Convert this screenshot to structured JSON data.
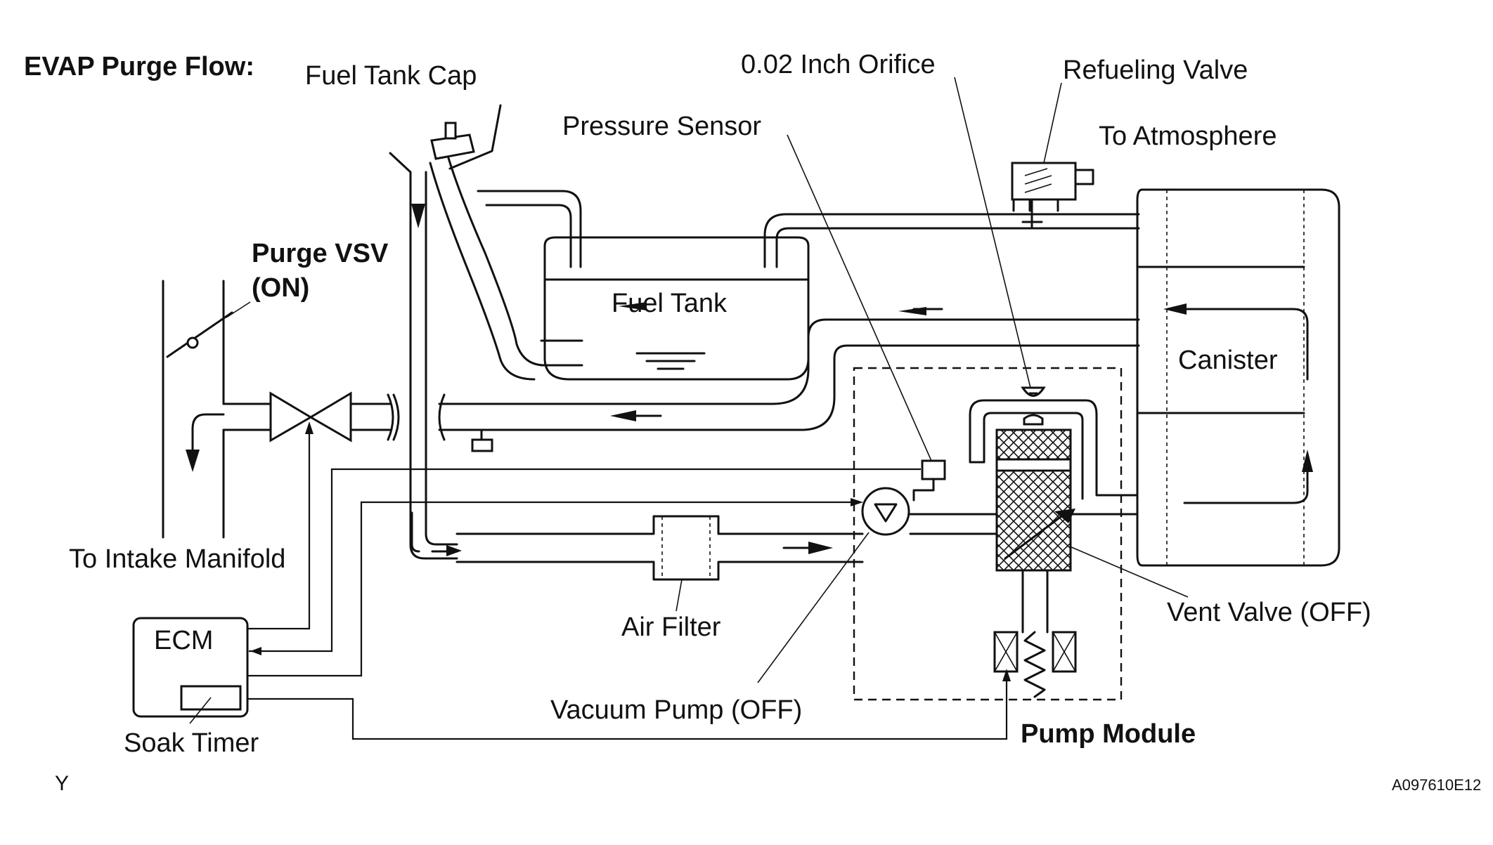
{
  "title": "EVAP Purge Flow:",
  "labels": {
    "fuel_tank_cap": "Fuel Tank Cap",
    "orifice": "0.02 Inch Orifice",
    "refueling_valve": "Refueling Valve",
    "pressure_sensor": "Pressure Sensor",
    "to_atmosphere": "To Atmosphere",
    "purge_vsv_line1": "Purge VSV",
    "purge_vsv_line2": "(ON)",
    "fuel_tank": "Fuel Tank",
    "canister": "Canister",
    "to_intake_manifold": "To Intake Manifold",
    "ecm": "ECM",
    "air_filter": "Air Filter",
    "vent_valve": "Vent Valve (OFF)",
    "vacuum_pump": "Vacuum Pump (OFF)",
    "soak_timer": "Soak Timer",
    "pump_module": "Pump Module"
  },
  "footer": {
    "left_mark": "Y",
    "figure_code": "A097610E12"
  }
}
